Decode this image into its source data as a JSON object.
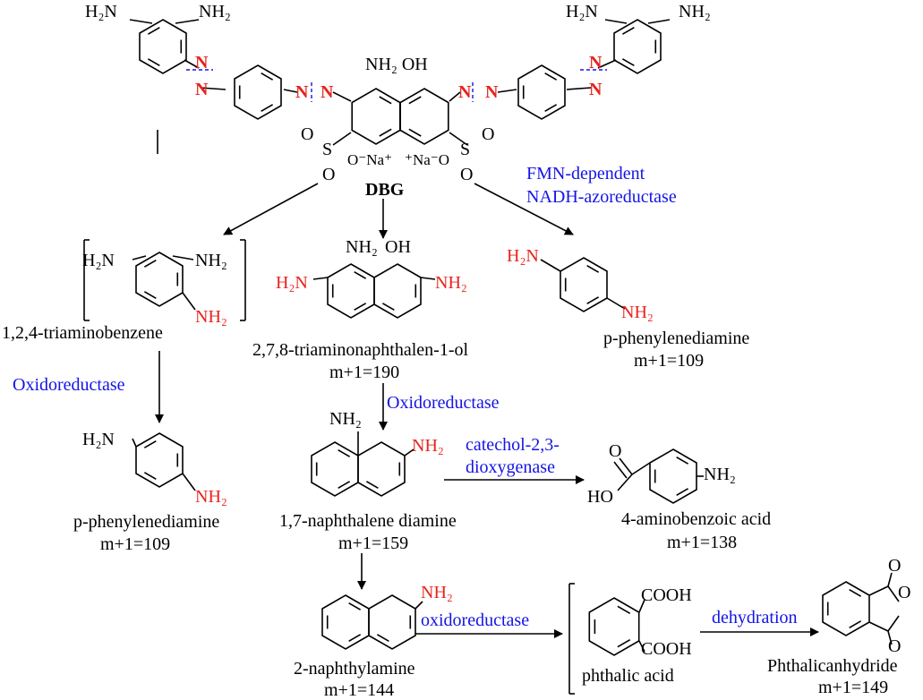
{
  "parent": {
    "name": "DBG",
    "top_amine_left_1": "H₂N",
    "top_amine_left_2": "NH₂",
    "top_amine_right_1": "H₂N",
    "top_amine_right_2": "NH₂",
    "nh2_oh": "NH₂ OH",
    "azo_n": "N",
    "sulfonate_left": "O⁻Na⁺",
    "sulfonate_right": "⁺Na⁻O",
    "s_left": "S",
    "s_right": "S",
    "o": "O"
  },
  "enzymes": {
    "azoreductase": [
      "FMN-dependent",
      "NADH-azoreductase"
    ],
    "oxidoreductase_1": "Oxidoreductase",
    "oxidoreductase_2": "Oxidoreductase",
    "dioxygenase": [
      "catechol-2,3-",
      "dioxygenase"
    ],
    "oxidoreductase_3": "oxidoreductase",
    "dehydration": "dehydration"
  },
  "compounds": {
    "triaminobenzene": {
      "name": "1,2,4-triaminobenzene",
      "g1": "H₂N",
      "g2": "NH₂",
      "g3": "NH₂"
    },
    "triaminonaphthalenol": {
      "name": "2,7,8-triaminonaphthalen-1-ol",
      "mass": "m+1=190",
      "g1": "NH₂",
      "g2": "OH",
      "g3": "H₂N",
      "g4": "NH₂"
    },
    "ppd_right": {
      "name": "p-phenylenediamine",
      "mass": "m+1=109",
      "g1": "H₂N",
      "g2": "NH₂"
    },
    "ppd_left": {
      "name": "p-phenylenediamine",
      "mass": "m+1=109",
      "g1": "H₂N",
      "g2": "NH₂"
    },
    "naphthalene_diamine": {
      "name": "1,7-naphthalene diamine",
      "mass": "m+1=159",
      "g1": "NH₂",
      "g2": "NH₂"
    },
    "aminobenzoic": {
      "name": "4-aminobenzoic acid",
      "mass": "m+1=138",
      "g1": "NH₂",
      "g2": "HO",
      "g3": "O"
    },
    "naphthylamine": {
      "name": "2-naphthylamine",
      "mass": "m+1=144",
      "g1": "NH₂"
    },
    "phthalic": {
      "name": "phthalic acid",
      "g1": "COOH",
      "g2": "COOH"
    },
    "anhydride": {
      "name": "Phthalicanhydride",
      "mass": "m+1=149",
      "o1": "O",
      "o2": "O",
      "o3": "O"
    }
  },
  "colors": {
    "black": "#000000",
    "red": "#e8231c",
    "blue": "#1414e6"
  }
}
